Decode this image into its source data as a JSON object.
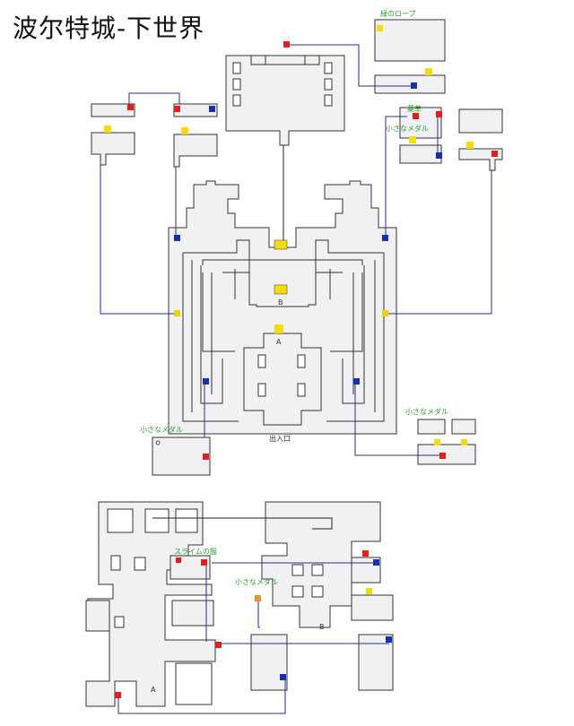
{
  "title": "波尔特城-下世界",
  "colors": {
    "stair_red": "#e02020",
    "stair_blue": "#1a2fb0",
    "stair_yellow": "#f0d000",
    "stair_orange": "#f09030",
    "chest_yellow": "#f4dc10",
    "link_blue": "#2e2e8c",
    "label_green": "#2a9a2a"
  },
  "labels": {
    "rope": "緑のロープ",
    "herb": "薬草",
    "medal_1": "小さなメダル",
    "medal_2": "小さなメダル",
    "medal_3": "小さなメダル",
    "medal_4": "小さなメダル",
    "slime": "スライムの服",
    "exit": "出入口",
    "mark_a_top": "A",
    "mark_b_top": "B",
    "mark_a_bottom": "A",
    "mark_b_bottom": "B"
  },
  "legend_icons": {
    "red_square": "stairs-up-icon",
    "blue_square": "stairs-down-icon",
    "yellow_square": "treasure-chest-icon"
  }
}
